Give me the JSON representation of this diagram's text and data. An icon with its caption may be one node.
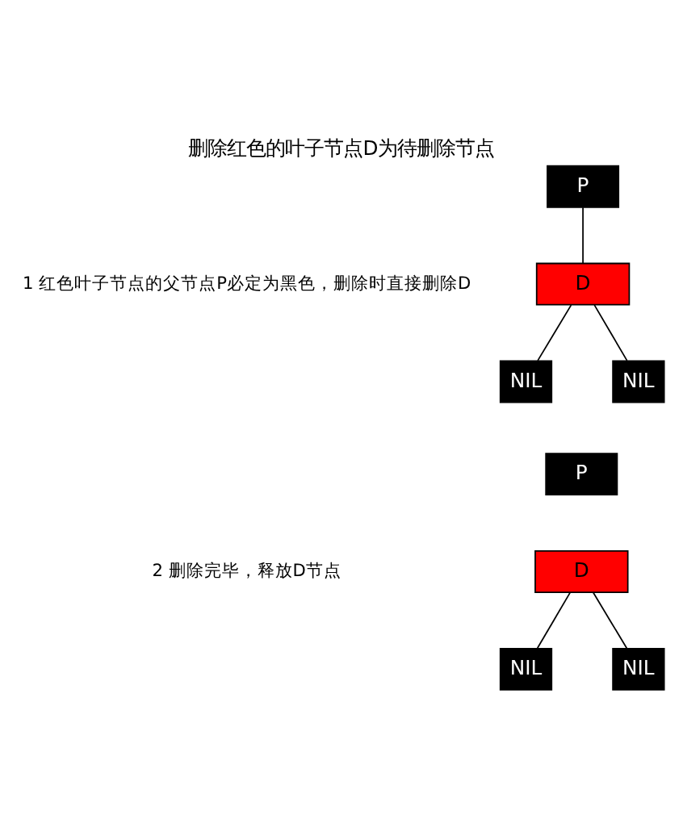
{
  "diagram": {
    "title": "删除红色的叶子节点D为待删除节点",
    "nodes": [
      {
        "text": [
          "P"
        ]
      },
      {
        "text": [
          "D"
        ]
      },
      {
        "text": [
          "NIL"
        ]
      },
      {
        "text": [
          "NIL"
        ]
      },
      {
        "text": [
          "P"
        ]
      },
      {
        "text": [
          "D"
        ]
      },
      {
        "text": [
          "NIL"
        ]
      },
      {
        "text": [
          "NIL"
        ]
      }
    ],
    "edges": [
      {
        "from": 0,
        "to": 1,
        "arrow": "none"
      },
      {
        "from": 1,
        "to": 2,
        "arrow": "none"
      },
      {
        "from": 1,
        "to": 3,
        "arrow": "none"
      },
      {
        "from": 5,
        "to": 6,
        "arrow": "none"
      },
      {
        "from": 5,
        "to": 7,
        "arrow": "none"
      }
    ],
    "labels": [
      "1 红色叶子节点的父节点P必定为黑色，删除时直接删除D",
      "2 删除完毕，释放D节点"
    ]
  }
}
